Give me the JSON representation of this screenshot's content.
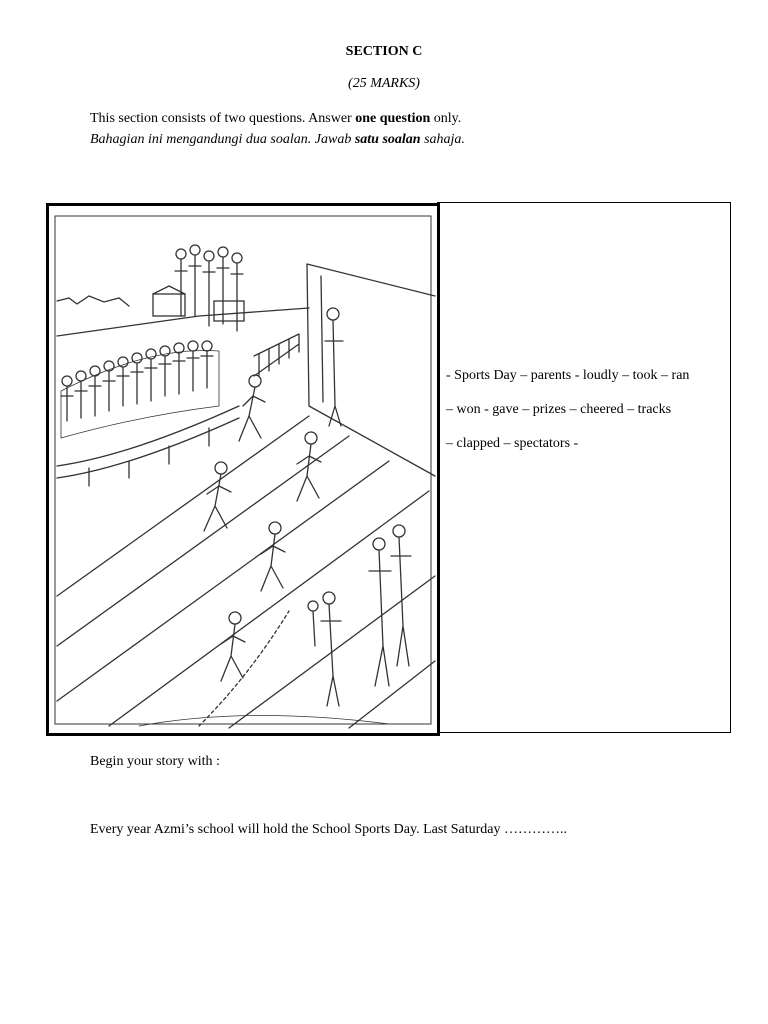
{
  "header": {
    "section_title": "SECTION C",
    "marks": "(25 MARKS)"
  },
  "instructions": {
    "en_part1": "This section consists of two questions. Answer ",
    "en_bold": "one question",
    "en_part2": " only.",
    "my_part1": "Bahagian ini  mengandungi dua soalan. Jawab ",
    "my_bold": "satu soalan",
    "my_part2": " sahaja."
  },
  "word_box": {
    "line1": "- Sports Day – parents -  loudly – took – ran",
    "line2": "– won -  gave – prizes – cheered – tracks",
    "line3": " – clapped – spectators -"
  },
  "story": {
    "begin_label": "Begin your story with :",
    "opening_sentence": "Every year Azmi’s school will hold the School Sports Day. Last Saturday ………….."
  },
  "picture": {
    "icon": "sports-day-race-illustration",
    "line_color": "#333333"
  }
}
